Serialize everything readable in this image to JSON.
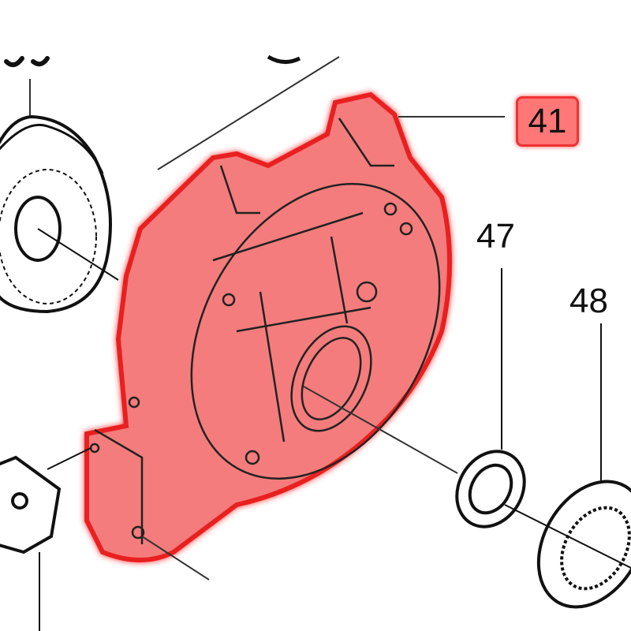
{
  "diagram": {
    "part_labels": [
      {
        "number": "41",
        "highlighted": true
      },
      {
        "number": "47",
        "highlighted": false
      },
      {
        "number": "48",
        "highlighted": false
      }
    ],
    "highlight_color": "#f77777",
    "highlight_border": "#e83333"
  }
}
